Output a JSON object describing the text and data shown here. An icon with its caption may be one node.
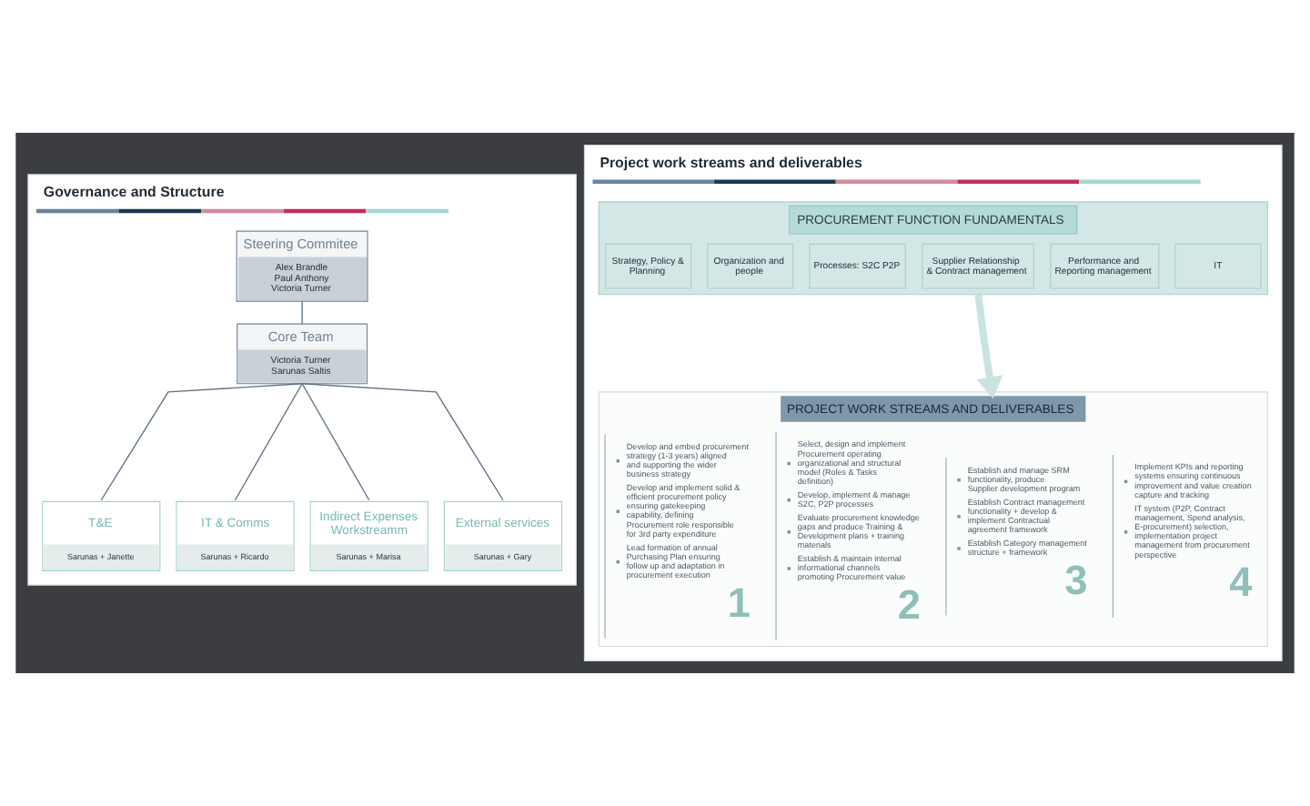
{
  "diagram": {
    "nodes": [
      {
        "text": [
          "Governance and Structure"
        ]
      },
      {
        "text": [
          "Steering Commitee",
          "Alex Brandle Paul Anthony Victoria Turner"
        ],
        "in": 0
      },
      {
        "text": [
          "Core Team",
          "Victoria Turner Sarunas Saltis"
        ],
        "in": 0
      },
      {
        "text": [
          "T&E",
          "Sarunas + Janette"
        ],
        "in": 0
      },
      {
        "text": [
          "IT & Comms",
          "Sarunas + Ricardo"
        ],
        "in": 0
      },
      {
        "text": [
          "Indirect Expenses Workstreamm",
          "Sarunas + Marisa"
        ],
        "in": 0
      },
      {
        "text": [
          "External services",
          "Sarunas + Gary"
        ],
        "in": 0
      },
      {
        "text": [
          "Project work streams and deliverables"
        ]
      },
      {
        "text": [
          "PROCUREMENT FUNCTION FUNDAMENTALS"
        ],
        "in": 7
      },
      {
        "text": [
          "Strategy, Policy & Planning"
        ],
        "in": 8
      },
      {
        "text": [
          "Organization and people"
        ],
        "in": 8
      },
      {
        "text": [
          "Processes: S2C P2P"
        ],
        "in": 8
      },
      {
        "text": [
          "Supplier Relationship & Contract management"
        ],
        "in": 8
      },
      {
        "text": [
          "Performance and Reporting management"
        ],
        "in": 8
      },
      {
        "text": [
          "IT"
        ],
        "in": 8
      },
      {
        "text": [
          "PROJECT WORK STREAMS AND DELIVERABLES"
        ],
        "in": 7
      },
      {
        "text": [
          "Develop and embed procurement strategy (1-3 years) aligned and supporting the wider business strategy",
          "Develop and implement solid & efficient procurement policy ensuring gatekeeping capability, defining Procurement role responsible for 3rd party expenditure",
          "Lead formation of annual Purchasing Plan ensuring follow up and adaptation in procurement execution",
          "1"
        ],
        "in": 15
      },
      {
        "text": [
          "Select, design and implement Procurement operating organizational and structural model (Roles & Tasks definition)",
          "Develop, implement & manage S2C, P2P processes",
          "Evaluate procurement knowledge gaps and produce Training & Development plans + training materials",
          "Establish & maintain internal informational channels promoting Procurement value",
          "2"
        ],
        "in": 15
      },
      {
        "text": [
          "Establish and manage SRM functionality, produce Supplier development program",
          "Establish Contract management functionality + develop & implement Contractual agreement framework",
          "Establish Category management structure + framework",
          "3"
        ],
        "in": 15
      },
      {
        "text": [
          "Implement KPIs and reporting systems ensuring continuous improvement and value creation capture and tracking",
          "IT system (P2P, Contract management, Spend analysis, E-procurement) selection, implementation project management from procurement perspective",
          "4"
        ],
        "in": 15
      }
    ],
    "edges": [
      {
        "from": 1,
        "to": 2,
        "arrow": "none"
      },
      {
        "from": 2,
        "to": 3,
        "arrow": "none"
      },
      {
        "from": 2,
        "to": 4,
        "arrow": "none"
      },
      {
        "from": 2,
        "to": 5,
        "arrow": "none"
      },
      {
        "from": 2,
        "to": 6,
        "arrow": "none"
      },
      {
        "from": 8,
        "to": 15,
        "arrow": "to",
        "style": "thick",
        "color": "#c9e3e0"
      }
    ]
  }
}
